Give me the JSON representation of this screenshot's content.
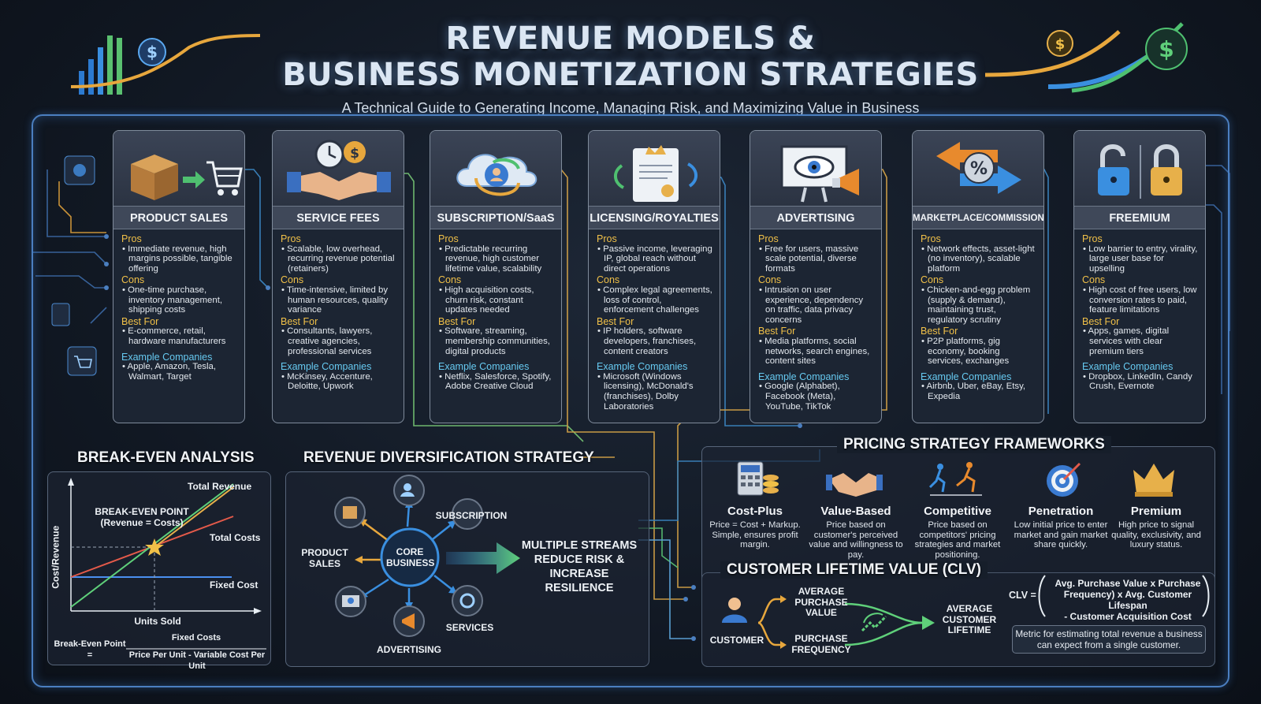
{
  "title_line1": "REVENUE MODELS &",
  "title_line2": "BUSINESS MONETIZATION STRATEGIES",
  "subtitle": "A Technical Guide to Generating Income, Managing Risk, and Maximizing Value in Business",
  "labels": {
    "pros": "Pros",
    "cons": "Cons",
    "best_for": "Best For",
    "example_companies": "Example Companies"
  },
  "models": [
    {
      "name": "PRODUCT SALES",
      "pros": "Immediate revenue, high margins possible, tangible offering",
      "cons": "One-time purchase, inventory management, shipping costs",
      "best_for": "E-commerce, retail, hardware manufacturers",
      "examples": "Apple, Amazon, Tesla, Walmart, Target"
    },
    {
      "name": "SERVICE FEES",
      "pros": "Scalable, low overhead, recurring revenue potential (retainers)",
      "cons": "Time-intensive, limited by human resources, quality variance",
      "best_for": "Consultants, lawyers, creative agencies, professional services",
      "examples": "McKinsey, Accenture, Deloitte, Upwork"
    },
    {
      "name": "SUBSCRIPTION/SaaS",
      "pros": "Predictable recurring revenue, high customer lifetime value, scalability",
      "cons": "High acquisition costs, churn risk, constant updates needed",
      "best_for": "Software, streaming, membership communities, digital products",
      "examples": "Netflix, Salesforce, Spotify, Adobe Creative Cloud"
    },
    {
      "name": "LICENSING/ROYALTIES",
      "pros": "Passive income, leveraging IP, global reach without direct operations",
      "cons": "Complex legal agreements, loss of control, enforcement challenges",
      "best_for": "IP holders, software developers, franchises, content creators",
      "examples": "Microsoft (Windows licensing), McDonald's (franchises), Dolby Laboratories"
    },
    {
      "name": "ADVERTISING",
      "pros": "Free for users, massive scale potential, diverse formats",
      "cons": "Intrusion on user experience, dependency on traffic, data privacy concerns",
      "best_for": "Media platforms, social networks, search engines, content sites",
      "examples": "Google (Alphabet), Facebook (Meta), YouTube, TikTok"
    },
    {
      "name": "MARKETPLACE/COMMISSION",
      "pros": "Network effects, asset-light (no inventory), scalable platform",
      "cons": "Chicken-and-egg problem (supply & demand), maintaining trust, regulatory scrutiny",
      "best_for": "P2P platforms, gig economy, booking services, exchanges",
      "examples": "Airbnb, Uber, eBay, Etsy, Expedia"
    },
    {
      "name": "FREEMIUM",
      "pros": "Low barrier to entry, virality, large user base for upselling",
      "cons": "High cost of free users, low conversion rates to paid, feature limitations",
      "best_for": "Apps, games, digital services with clear premium tiers",
      "examples": "Dropbox, LinkedIn, Candy Crush, Evernote"
    }
  ],
  "break_even": {
    "title": "BREAK-EVEN ANALYSIS",
    "total_revenue": "Total Revenue",
    "total_costs": "Total Costs",
    "fixed_cost": "Fixed Cost",
    "point_line1": "BREAK-EVEN POINT",
    "point_line2": "(Revenue = Costs)",
    "y_axis": "Cost/Revenue",
    "x_axis": "Units Sold",
    "formula_lhs": "Break-Even Point =",
    "formula_num": "Fixed Costs",
    "formula_den": "Price Per Unit - Variable Cost Per Unit"
  },
  "diversification": {
    "title": "REVENUE DIVERSIFICATION STRATEGY",
    "core_line1": "CORE",
    "core_line2": "BUSINESS",
    "subscription": "SUBSCRIPTION",
    "product_line1": "PRODUCT",
    "product_line2": "SALES",
    "services": "SERVICES",
    "advertising": "ADVERTISING",
    "result_line1": "MULTIPLE STREAMS",
    "result_line2": "REDUCE RISK &",
    "result_line3": "INCREASE RESILIENCE"
  },
  "pricing": {
    "title": "PRICING STRATEGY FRAMEWORKS",
    "items": [
      {
        "name": "Cost-Plus",
        "desc": "Price = Cost + Markup. Simple, ensures profit margin."
      },
      {
        "name": "Value-Based",
        "desc": "Price based on customer's perceived value and willingness to pay."
      },
      {
        "name": "Competitive",
        "desc": "Price based on competitors' pricing strategies and market positioning."
      },
      {
        "name": "Penetration",
        "desc": "Low initial price to enter market and gain market share quickly."
      },
      {
        "name": "Premium",
        "desc": "High price to signal quality, exclusivity, and luxury status."
      }
    ]
  },
  "clv": {
    "title": "CUSTOMER LIFETIME VALUE (CLV)",
    "customer": "CUSTOMER",
    "apv_line1": "AVERAGE",
    "apv_line2": "PURCHASE",
    "apv_line3": "VALUE",
    "pf_line1": "PURCHASE",
    "pf_line2": "FREQUENCY",
    "acl_line1": "AVERAGE",
    "acl_line2": "CUSTOMER",
    "acl_line3": "LIFETIME",
    "formula_lhs": "CLV =",
    "formula_line1": "Avg. Purchase Value x Purchase",
    "formula_line2": "Frequency) x Avg. Customer Lifespan",
    "formula_line3": "- Customer Acquisition Cost",
    "note": "Metric for estimating total revenue a business can expect from a single customer."
  },
  "colors": {
    "accent_blue": "#4b7fc0",
    "gold": "#f0c048",
    "cyan": "#66c9f0",
    "green": "#5fd07a"
  }
}
